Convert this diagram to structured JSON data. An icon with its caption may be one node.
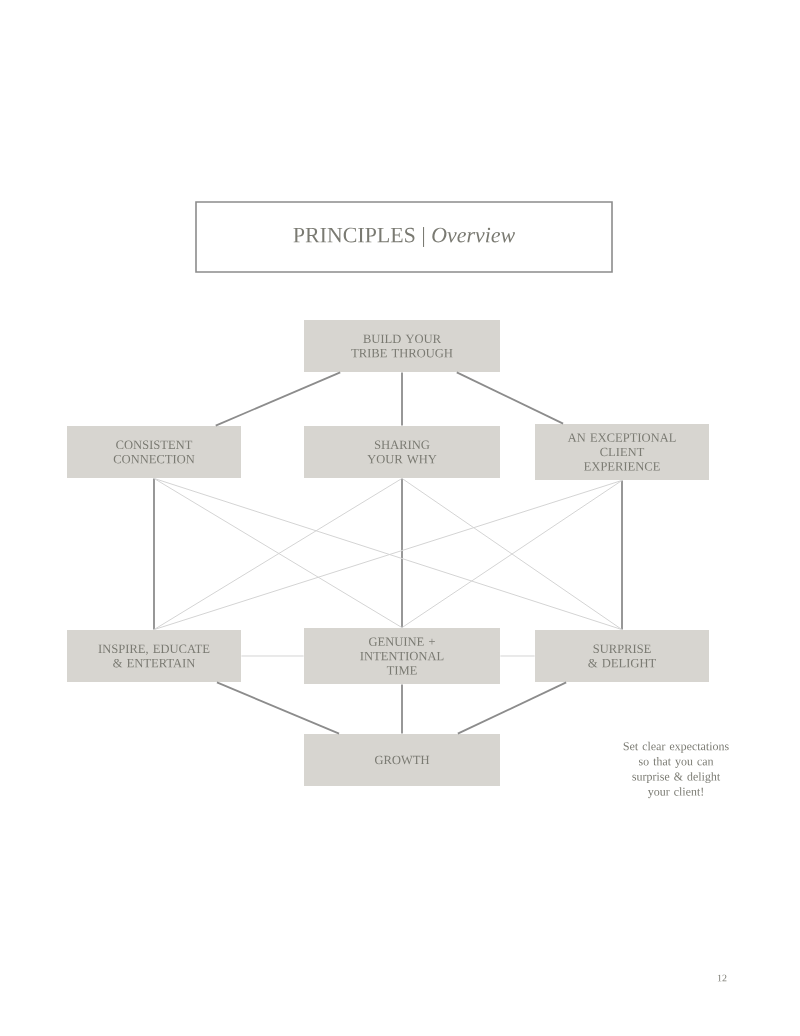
{
  "diagram": {
    "title": "PRINCIPLES | *Overview*",
    "nodes": [
      {
        "text": [
          "BUILD YOUR TRIBE THROUGH"
        ]
      },
      {
        "text": [
          "CONSISTENT CONNECTION"
        ]
      },
      {
        "text": [
          "SHARING YOUR WHY"
        ]
      },
      {
        "text": [
          "AN EXCEPTIONAL CLIENT EXPERIENCE"
        ]
      },
      {
        "text": [
          "INSPIRE, EDUCATE & ENTERTAIN"
        ]
      },
      {
        "text": [
          "GENUINE + INTENTIONAL TIME"
        ]
      },
      {
        "text": [
          "SURPRISE & DELIGHT"
        ]
      },
      {
        "text": [
          "GROWTH"
        ]
      }
    ],
    "edges": [
      {
        "from": 0,
        "to": 1,
        "arrow": "none"
      },
      {
        "from": 0,
        "to": 2,
        "arrow": "none"
      },
      {
        "from": 0,
        "to": 3,
        "arrow": "none"
      },
      {
        "from": 1,
        "to": 4,
        "arrow": "none"
      },
      {
        "from": 2,
        "to": 5,
        "arrow": "none"
      },
      {
        "from": 3,
        "to": 6,
        "arrow": "none"
      },
      {
        "from": 1,
        "to": 5,
        "arrow": "none",
        "color": "#d4d4d4"
      },
      {
        "from": 1,
        "to": 6,
        "arrow": "none",
        "color": "#d4d4d4"
      },
      {
        "from": 2,
        "to": 4,
        "arrow": "none",
        "color": "#d4d4d4"
      },
      {
        "from": 2,
        "to": 6,
        "arrow": "none",
        "color": "#d4d4d4"
      },
      {
        "from": 3,
        "to": 4,
        "arrow": "none",
        "color": "#d4d4d4"
      },
      {
        "from": 3,
        "to": 5,
        "arrow": "none",
        "color": "#d4d4d4"
      },
      {
        "from": 4,
        "to": 5,
        "arrow": "none",
        "color": "#d4d4d4"
      },
      {
        "from": 5,
        "to": 6,
        "arrow": "none",
        "color": "#d4d4d4"
      },
      {
        "from": 4,
        "to": 7,
        "arrow": "none"
      },
      {
        "from": 5,
        "to": 7,
        "arrow": "none"
      },
      {
        "from": 6,
        "to": 7,
        "arrow": "none"
      }
    ],
    "labels": [
      "Set clear expectations so that you can surprise & delight your client!",
      "12"
    ]
  }
}
